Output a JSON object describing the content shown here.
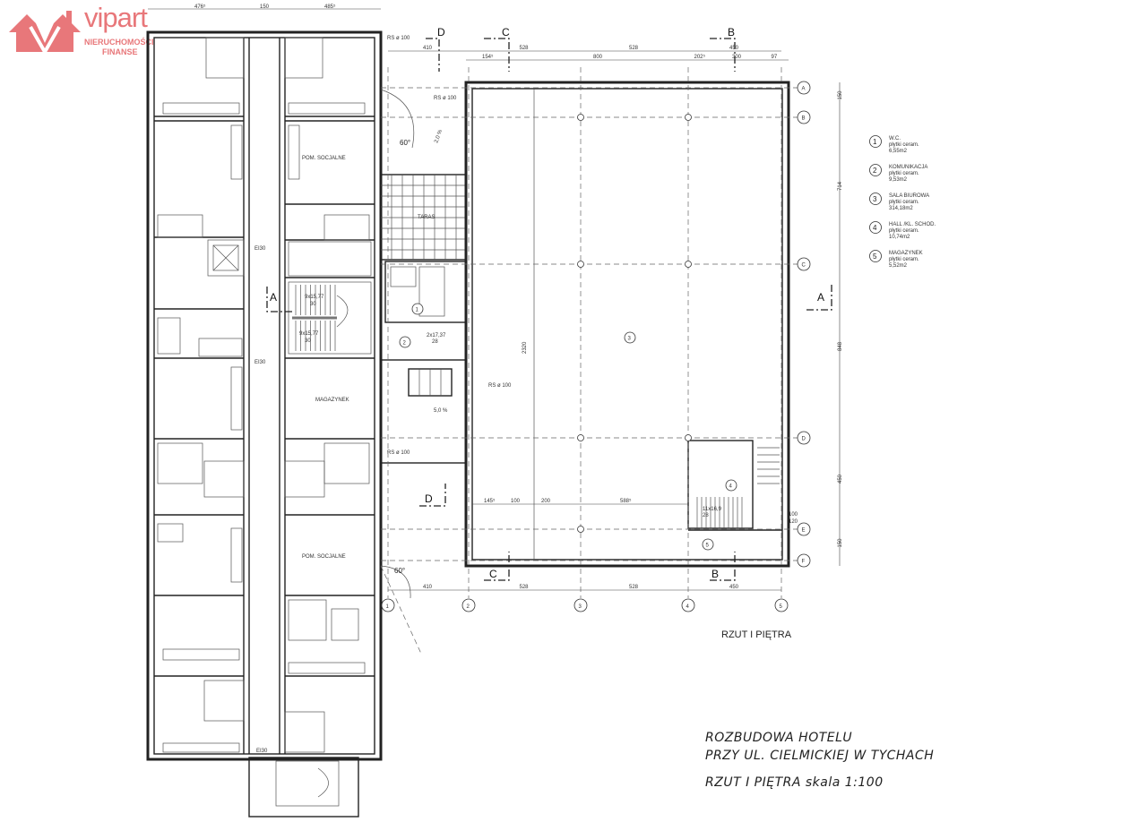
{
  "logo": {
    "brand": "vipart",
    "line1": "NIERUCHOMOŚCI",
    "line2": "FINANSE",
    "color": "#e8777a"
  },
  "title": {
    "line1": "ROZBUDOWA HOTELU",
    "line2": "PRZY UL. CIELMICKIEJ W TYCHACH",
    "line3": "RZUT I PIĘTRA  skala  1:100",
    "plan_label": "RZUT I PIĘTRA"
  },
  "legend": [
    {
      "num": "1",
      "name": "W.C.",
      "finish": "płytki ceram.",
      "area": "6,55m2"
    },
    {
      "num": "2",
      "name": "KOMUNIKACJA",
      "finish": "płytki ceram.",
      "area": "9,53m2"
    },
    {
      "num": "3",
      "name": "SALA BIUROWA",
      "finish": "płytki ceram.",
      "area": "314,18m2"
    },
    {
      "num": "4",
      "name": "HALL /KL. SCHOD.",
      "finish": "płytki ceram.",
      "area": "10,74m2"
    },
    {
      "num": "5",
      "name": "MAGAZYNEK",
      "finish": "płytki ceram.",
      "area": "5,52m2"
    }
  ],
  "grid_axes": {
    "rows": [
      "A",
      "B",
      "C",
      "D",
      "E",
      "F"
    ],
    "cols": [
      "1",
      "2",
      "3",
      "4",
      "5"
    ]
  },
  "sections": {
    "a": "A",
    "b": "B",
    "c": "C",
    "d": "D"
  },
  "rooms": {
    "pom1": "POM. SOCJALNE",
    "pom2": "POM. SOCJALNE",
    "magazynek": "MAGAZYNEK",
    "taras": "TARAS",
    "hall_num": "3",
    "wc_num": "1",
    "kom_num": "2",
    "stair_num": "4",
    "mag_num": "5"
  },
  "annotations": {
    "rs1": "RS ø 100",
    "rs2": "RS ø 100",
    "rs3": "RS ø 100",
    "rs4": "RS ø 100",
    "angle1": "60°",
    "angle2": "60°",
    "slope1": "2,0 %",
    "slope2": "5,0 %",
    "stairs1": "9x15,77",
    "stairs1b": "30",
    "stairs2": "9x15,77",
    "stairs2b": "30",
    "stairs3": "2x17,37",
    "stairs3b": "28",
    "stairs4": "11x16,9",
    "stairs4b": "28",
    "ei": "EI30"
  },
  "dimensions": {
    "left_top": [
      "476⁵",
      "150",
      "485⁵"
    ],
    "top_row1": [
      "410",
      "528",
      "528",
      "450"
    ],
    "top_row2": [
      "154⁵",
      "800",
      "202⁵",
      "300",
      "97"
    ],
    "right": [
      "150",
      "714",
      "848",
      "450",
      "150"
    ],
    "bottom": [
      "410",
      "528",
      "528",
      "450"
    ],
    "inner": [
      "145⁵",
      "100",
      "200",
      "588⁵"
    ],
    "height": "2320",
    "side": [
      "100",
      "120"
    ]
  }
}
